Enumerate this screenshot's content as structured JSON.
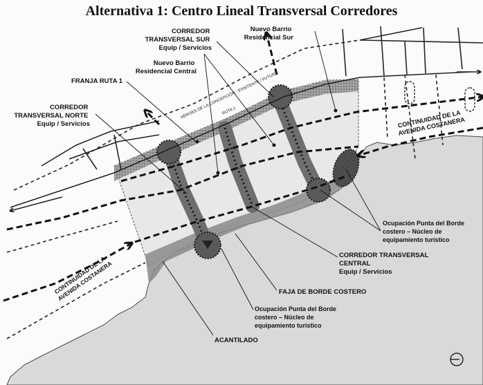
{
  "title": "Alternativa 1: Centro Lineal Transversal Corredores",
  "labels": {
    "corredor_sur": [
      "CORREDOR",
      "TRANSVERSAL SUR",
      "Equip / Servicios"
    ],
    "barrio_sur": [
      "Nuevo Barrio",
      "Residencial Sur"
    ],
    "barrio_central": [
      "Nuevo Barrio",
      "Residencial Central"
    ],
    "franja_ruta": "FRANJA RUTA 1",
    "corredor_norte": [
      "CORREDOR",
      "TRANSVERSAL NORTE",
      "Equip / Servicios"
    ],
    "continuidad_este": [
      "CONTINUIDAD DE LA",
      "AVENIDA COSTANERA"
    ],
    "continuidad_oeste": [
      "CONTINUIDAD DE LA",
      "AVENIDA COSTANERA"
    ],
    "ocupacion_este": [
      "Ocupación Punta del Borde",
      "costero – Núcleo de",
      "equipamiento turístico"
    ],
    "corredor_central": [
      "CORREDOR TRANSVERSAL",
      "CENTRAL",
      "Equip / Servicios"
    ],
    "faja_borde": "FAJA DE BORDE COSTERO",
    "ocupacion_oeste": [
      "Ocupación Punta del Borde",
      "costero – Núcleo de",
      "equipamiento turístico"
    ],
    "acantilado": "ACANTILADO"
  },
  "roads": {
    "heroes": "HÉROES DE LA CONCEPCIÓN - EXISTENTE / FUTURA",
    "ruta1": "RUTA 1"
  },
  "colors": {
    "sea": "#d9d9d9",
    "zone": "#e6e6e6",
    "band": "#a8a8a8",
    "corridor": "#6e6e6e"
  }
}
